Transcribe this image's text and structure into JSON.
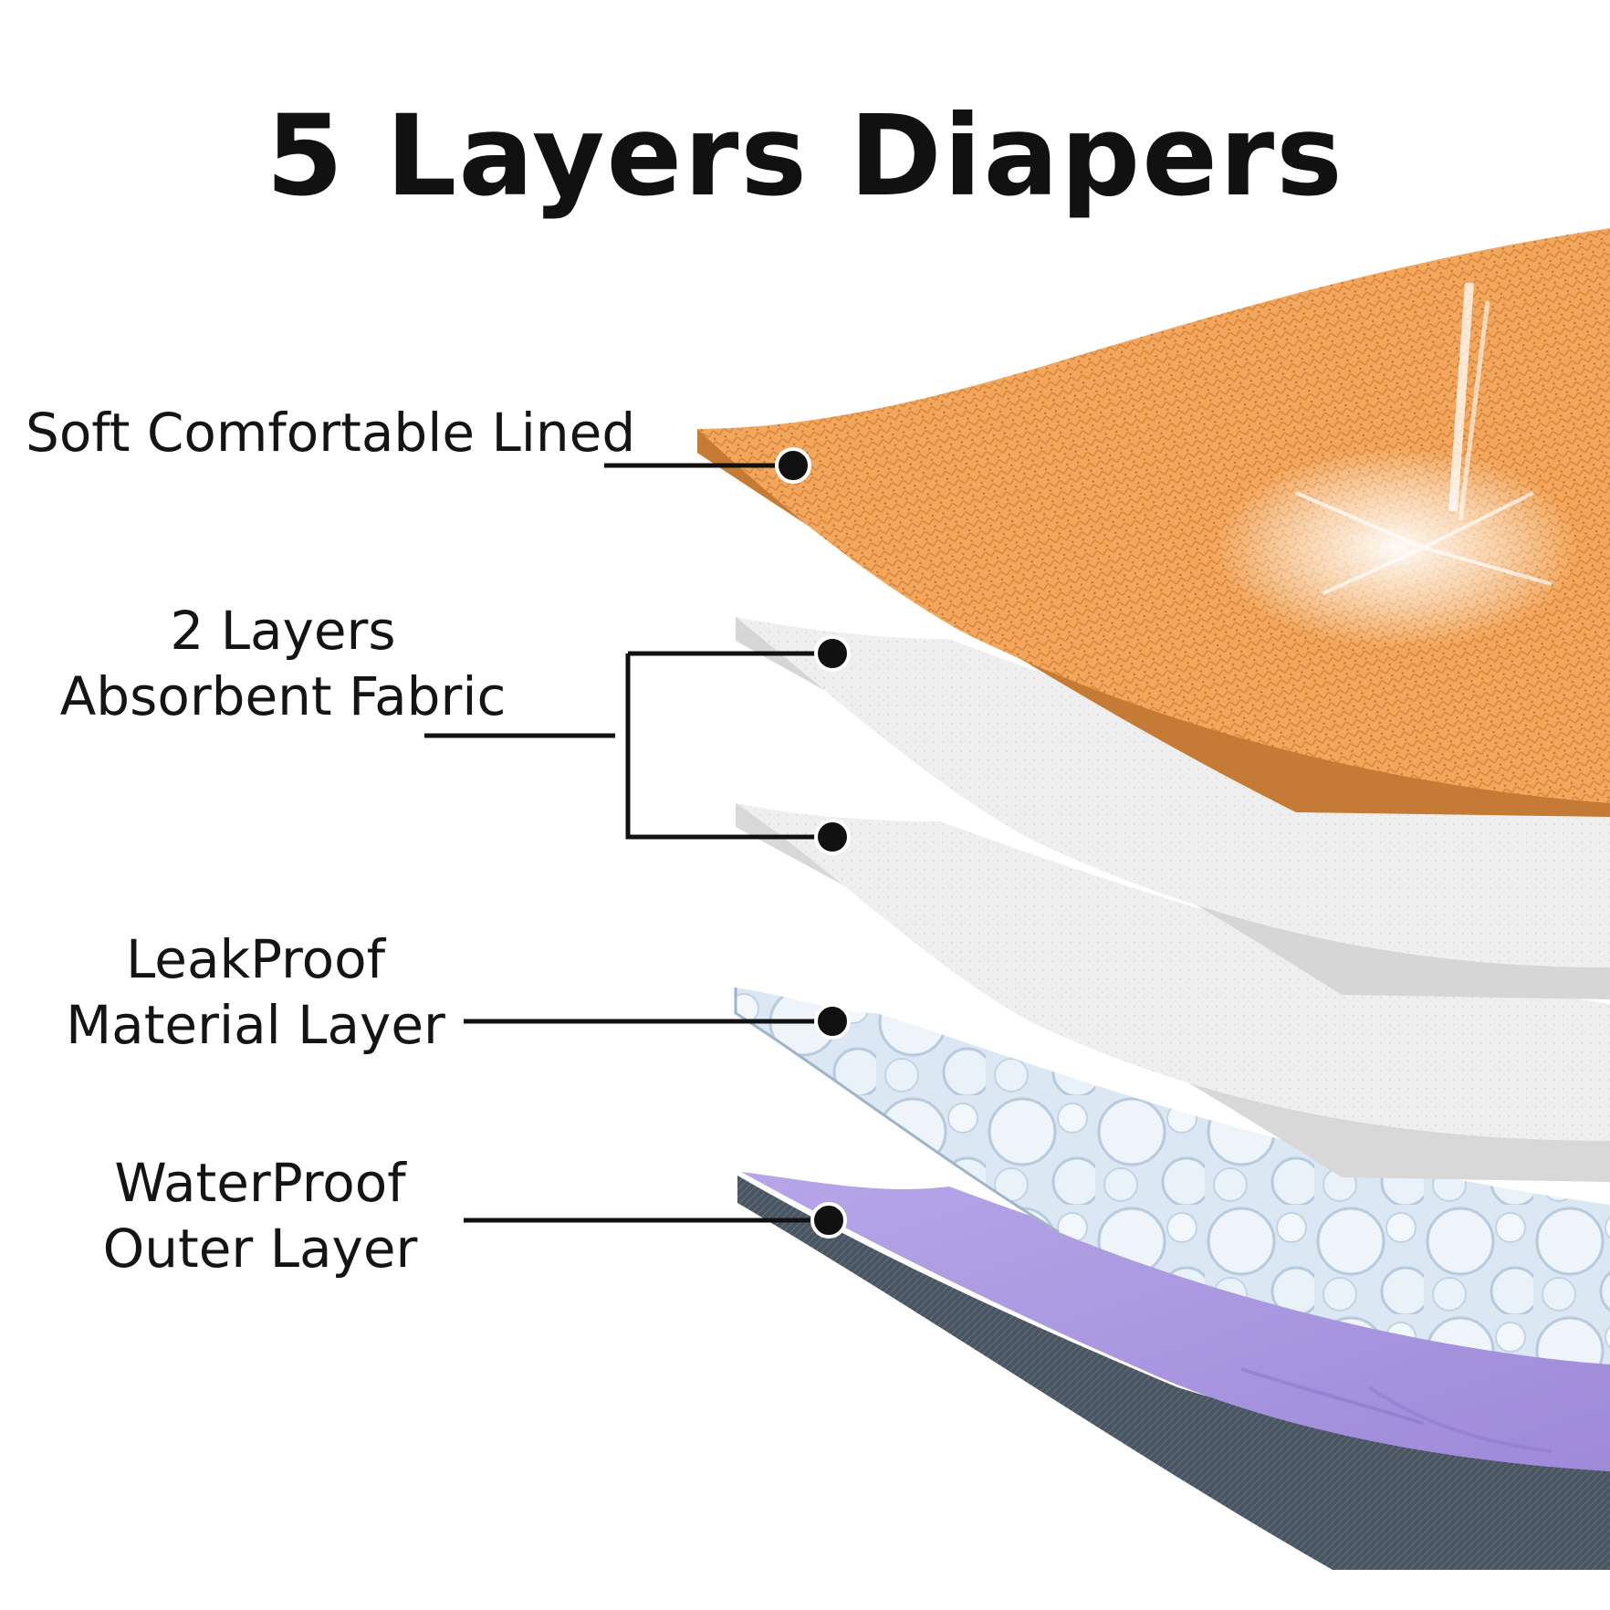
{
  "title": "5 Layers Diapers",
  "layers": [
    {
      "label_lines": [
        "Soft Comfortable Lined"
      ],
      "color": "#f2a65a"
    },
    {
      "label_lines": [
        "2 Layers",
        "Absorbent Fabric"
      ],
      "color": "#ececec"
    },
    {
      "label_lines": [
        "LeakProof",
        "Material Layer"
      ],
      "color": "#d6e6f2"
    },
    {
      "label_lines": [
        "WaterProof",
        "Outer Layer"
      ],
      "color": "#a996e0"
    }
  ],
  "colors": {
    "orange_layer": "#f2a65a",
    "white_layer": "#ededed",
    "blue_layer": "#d4e4f2",
    "purple_layer": "#a996e0",
    "edge_dark": "#4a5562",
    "leader_line": "#111111"
  }
}
